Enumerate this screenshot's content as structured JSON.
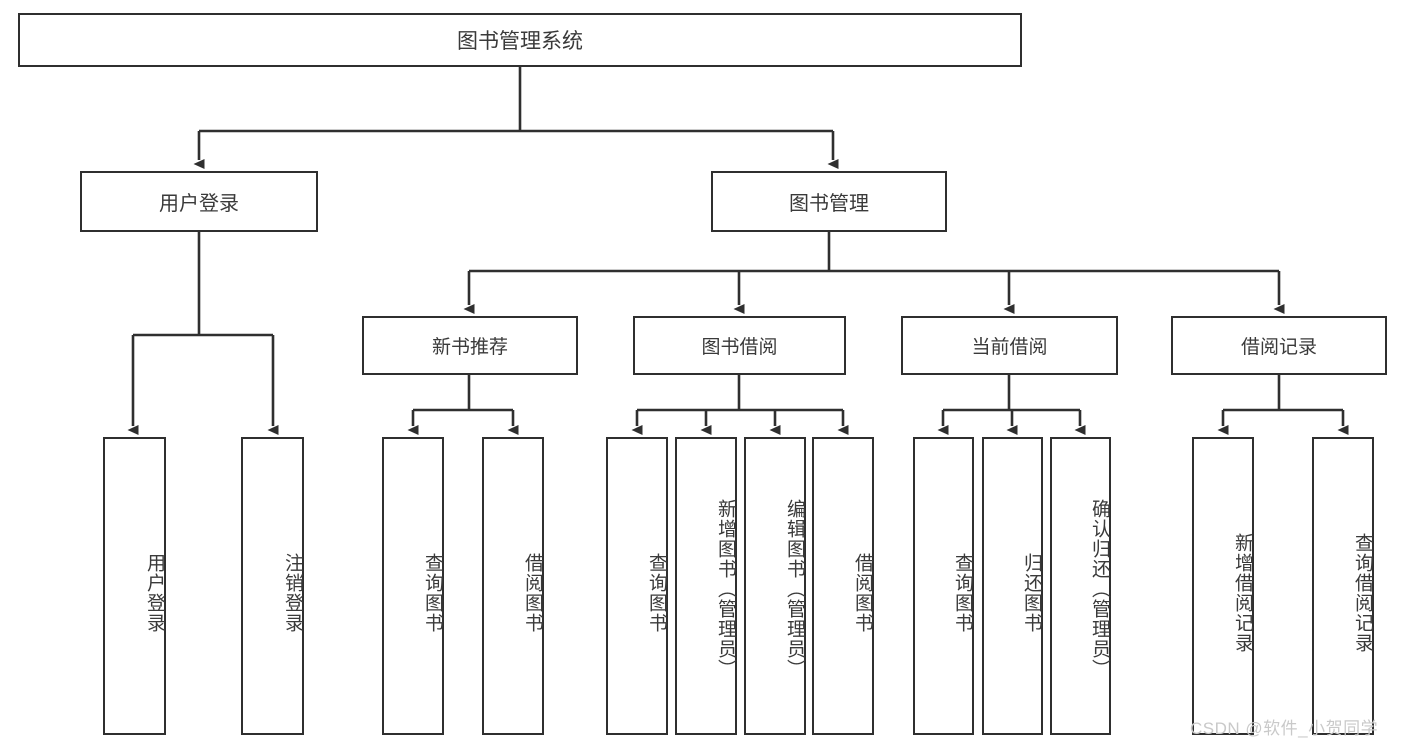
{
  "diagram": {
    "title": "图书管理系统",
    "type": "hierarchy-tree",
    "root": {
      "label": "图书管理系统"
    },
    "level1": [
      {
        "label": "用户登录"
      },
      {
        "label": "图书管理"
      }
    ],
    "level2": [
      {
        "label": "新书推荐"
      },
      {
        "label": "图书借阅"
      },
      {
        "label": "当前借阅"
      },
      {
        "label": "借阅记录"
      }
    ],
    "leaves": {
      "user_login": [
        {
          "label": "用户登录"
        },
        {
          "label": "注销登录"
        }
      ],
      "new_book_recommend": [
        {
          "label": "查询图书"
        },
        {
          "label": "借阅图书"
        }
      ],
      "book_borrow": [
        {
          "label": "查询图书"
        },
        {
          "label": "新增图书（管理员）"
        },
        {
          "label": "编辑图书（管理员）"
        },
        {
          "label": "借阅图书"
        }
      ],
      "current_borrow": [
        {
          "label": "查询图书"
        },
        {
          "label": "归还图书"
        },
        {
          "label": "确认归还（管理员）"
        }
      ],
      "borrow_records": [
        {
          "label": "新增借阅记录"
        },
        {
          "label": "查询借阅记录"
        }
      ]
    }
  },
  "watermark": {
    "text": "CSDN @软件_小贺同学"
  },
  "colors": {
    "stroke": "#2f2f2f",
    "text": "#3a3a3a",
    "background": "#ffffff",
    "watermark": "#c9c9c9"
  }
}
